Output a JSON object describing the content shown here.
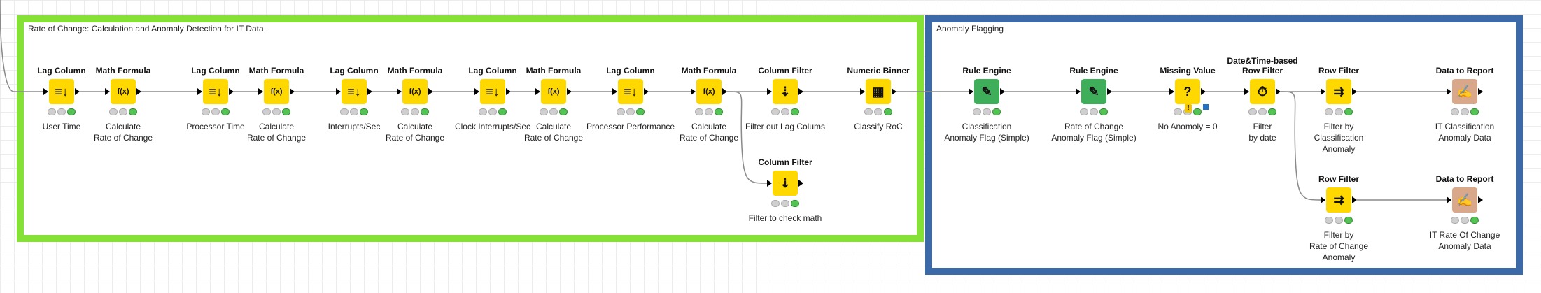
{
  "annotations": {
    "rate_of_change": "Rate of Change: Calculation and Anomaly Detection for IT Data",
    "anomaly_flagging": "Anomaly Flagging"
  },
  "colors": {
    "annotation_green": "#85e135",
    "annotation_blue": "#3c6aa8",
    "manipulator_node": "#ffd800",
    "rule_engine_node": "#3fae5b",
    "report_node": "#d9a789",
    "status_green": "#55c255"
  },
  "nodes": [
    {
      "id": "n1",
      "title": "Lag Column",
      "label": "User Time",
      "icon": "lag-column-icon",
      "glyph": "≡↓",
      "color": "#ffd800"
    },
    {
      "id": "n2",
      "title": "Math Formula",
      "label": "Calculate\nRate of Change",
      "icon": "math-formula-icon",
      "glyph": "f(x)",
      "color": "#ffd800"
    },
    {
      "id": "n3",
      "title": "Lag Column",
      "label": "Processor Time",
      "icon": "lag-column-icon",
      "glyph": "≡↓",
      "color": "#ffd800"
    },
    {
      "id": "n4",
      "title": "Math Formula",
      "label": "Calculate\nRate of Change",
      "icon": "math-formula-icon",
      "glyph": "f(x)",
      "color": "#ffd800"
    },
    {
      "id": "n5",
      "title": "Lag Column",
      "label": "Interrupts/Sec",
      "icon": "lag-column-icon",
      "glyph": "≡↓",
      "color": "#ffd800"
    },
    {
      "id": "n6",
      "title": "Math Formula",
      "label": "Calculate\nRate of Change",
      "icon": "math-formula-icon",
      "glyph": "f(x)",
      "color": "#ffd800"
    },
    {
      "id": "n7",
      "title": "Lag Column",
      "label": "Clock Interrupts/Sec",
      "icon": "lag-column-icon",
      "glyph": "≡↓",
      "color": "#ffd800"
    },
    {
      "id": "n8",
      "title": "Math Formula",
      "label": "Calculate\nRate of Change",
      "icon": "math-formula-icon",
      "glyph": "f(x)",
      "color": "#ffd800"
    },
    {
      "id": "n9",
      "title": "Lag Column",
      "label": "Processor Performance",
      "icon": "lag-column-icon",
      "glyph": "≡↓",
      "color": "#ffd800"
    },
    {
      "id": "n10",
      "title": "Math Formula",
      "label": "Calculate\nRate of Change",
      "icon": "math-formula-icon",
      "glyph": "f(x)",
      "color": "#ffd800"
    },
    {
      "id": "n11",
      "title": "Column Filter",
      "label": "Filter out Lag Colums",
      "icon": "column-filter-icon",
      "glyph": "⇣",
      "color": "#ffd800"
    },
    {
      "id": "n12",
      "title": "Numeric Binner",
      "label": "Classify RoC",
      "icon": "numeric-binner-icon",
      "glyph": "▦",
      "color": "#ffd800"
    },
    {
      "id": "n13",
      "title": "Column Filter",
      "label": "Filter to check math",
      "icon": "column-filter-icon",
      "glyph": "⇣",
      "color": "#ffd800"
    },
    {
      "id": "n14",
      "title": "Rule Engine",
      "label": "Classification\nAnomaly Flag (Simple)",
      "icon": "rule-engine-icon",
      "glyph": "✎",
      "color": "#3fae5b"
    },
    {
      "id": "n15",
      "title": "Rule Engine",
      "label": "Rate of Change\nAnomaly Flag (Simple)",
      "icon": "rule-engine-icon",
      "glyph": "✎",
      "color": "#3fae5b"
    },
    {
      "id": "n16",
      "title": "Missing Value",
      "label": "No Anomoly = 0",
      "icon": "missing-value-icon",
      "glyph": "?",
      "color": "#ffd800"
    },
    {
      "id": "n17",
      "title": "Date&Time-based\nRow Filter",
      "label": "Filter\nby date",
      "icon": "datetime-filter-icon",
      "glyph": "⏱",
      "color": "#ffd800"
    },
    {
      "id": "n18",
      "title": "Row Filter",
      "label": "Filter by\nClassification\nAnomaly",
      "icon": "row-filter-icon",
      "glyph": "⇉",
      "color": "#ffd800"
    },
    {
      "id": "n19",
      "title": "Data to Report",
      "label": "IT Classification\nAnomaly Data",
      "icon": "data-to-report-icon",
      "glyph": "✍",
      "color": "#d9a789"
    },
    {
      "id": "n20",
      "title": "Row Filter",
      "label": "Filter by\nRate of Change\nAnomaly",
      "icon": "row-filter-icon",
      "glyph": "⇉",
      "color": "#ffd800"
    },
    {
      "id": "n21",
      "title": "Data to Report",
      "label": "IT Rate Of Change\nAnomaly Data",
      "icon": "data-to-report-icon",
      "glyph": "✍",
      "color": "#d9a789"
    }
  ]
}
